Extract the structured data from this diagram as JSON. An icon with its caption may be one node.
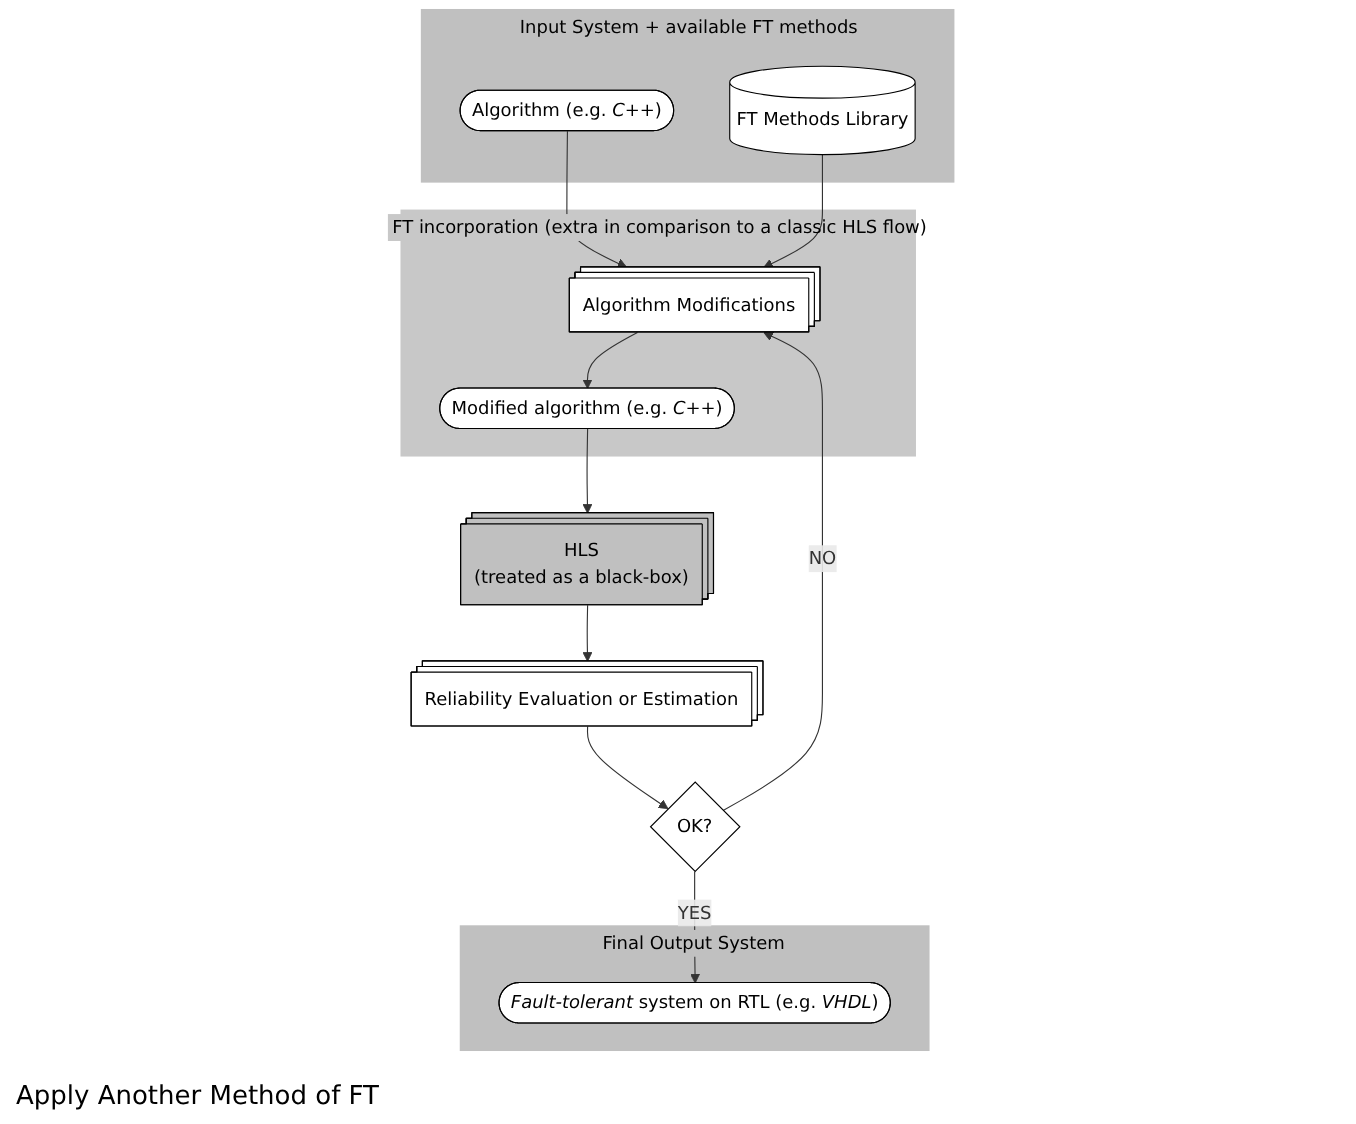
{
  "diagram": {
    "nodes": [
      {
        "text": [
          "Input System + available FT methods"
        ]
      },
      {
        "text": [
          "Algorithm (e.g. *C++*)"
        ],
        "in": 0
      },
      {
        "text": [
          "FT Methods Library"
        ],
        "in": 0
      },
      {
        "text": [
          "FT incorporation (extra in comparison to a classic HLS flow)"
        ]
      },
      {
        "text": [
          "Algorithm Modifications"
        ],
        "in": 3
      },
      {
        "text": [
          "Modified algorithm (e.g. *C++*)"
        ],
        "in": 3
      },
      {
        "text": [
          "HLS",
          "(treated as a black-box)"
        ]
      },
      {
        "text": [
          "Reliability Evaluation or Estimation"
        ]
      },
      {
        "text": [
          "OK?"
        ]
      },
      {
        "text": [
          "Final Output System"
        ]
      },
      {
        "text": [
          "*Fault-tolerant* system on RTL (e.g. *VHDL*)"
        ],
        "in": 9
      }
    ],
    "edges": [
      {
        "from": 1,
        "to": 4,
        "arrow": "to"
      },
      {
        "from": 2,
        "to": 4,
        "arrow": "to"
      },
      {
        "from": 4,
        "to": 5,
        "arrow": "to"
      },
      {
        "from": 5,
        "to": 6,
        "arrow": "to"
      },
      {
        "from": 6,
        "to": 7,
        "arrow": "to"
      },
      {
        "from": 7,
        "to": 8,
        "arrow": "to"
      },
      {
        "from": 8,
        "to": 10,
        "label": "YES",
        "arrow": "to"
      },
      {
        "from": 8,
        "to": 4,
        "label": "NO",
        "arrow": "to"
      }
    ],
    "labels": [
      "Apply Another Method of FT"
    ]
  }
}
